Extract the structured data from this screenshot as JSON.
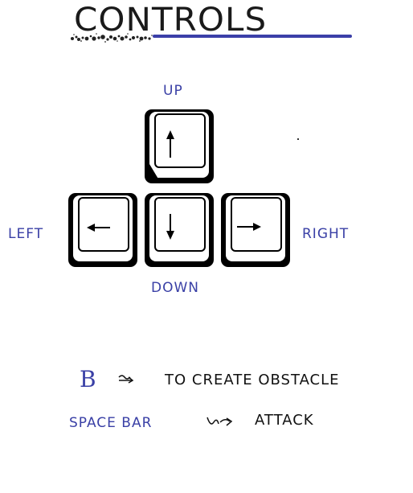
{
  "title": "CONTROLS",
  "keys": {
    "up": {
      "label": "UP",
      "icon": "arrow-up-icon"
    },
    "left": {
      "label": "LEFT",
      "icon": "arrow-left-icon"
    },
    "down": {
      "label": "DOWN",
      "icon": "arrow-down-icon"
    },
    "right": {
      "label": "RIGHT",
      "icon": "arrow-right-icon"
    }
  },
  "instructions": [
    {
      "key": "B",
      "action": "TO CREATE  OBSTACLE"
    },
    {
      "key": "SPACE BAR",
      "action": "ATTACK"
    }
  ],
  "colors": {
    "accent": "#3a40a6",
    "key_fill": "#000000",
    "text": "#111111"
  }
}
